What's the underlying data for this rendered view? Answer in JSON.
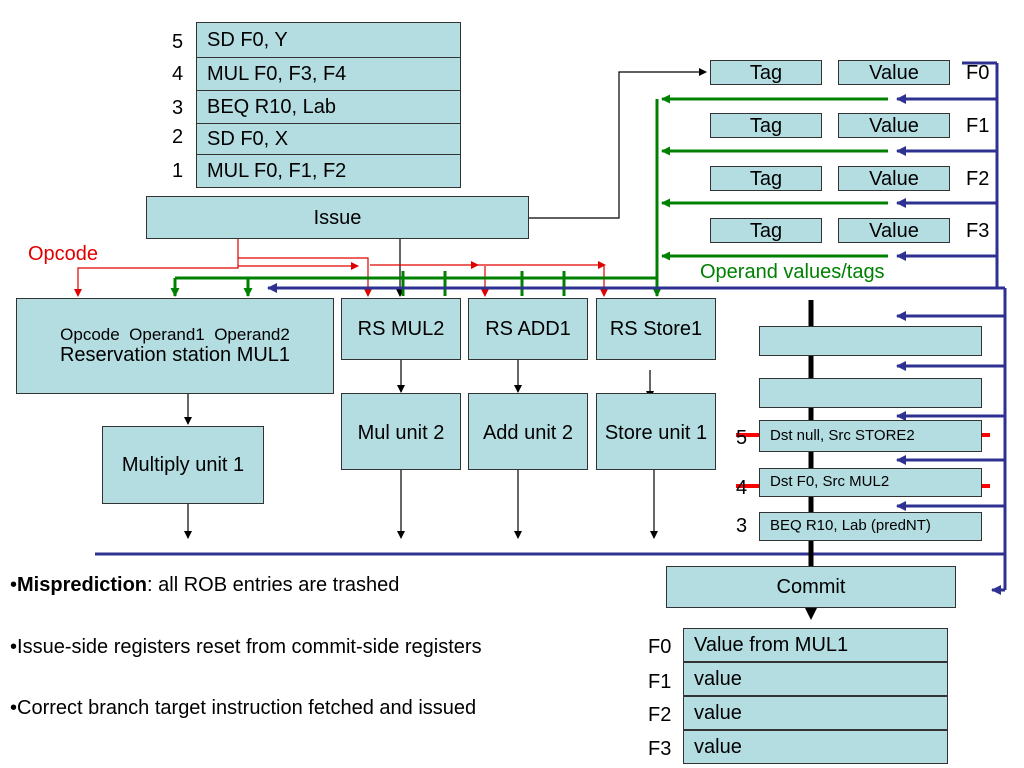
{
  "instruction_queue": [
    {
      "num": "5",
      "text": "SD F0, Y"
    },
    {
      "num": "4",
      "text": "MUL F0, F3, F4"
    },
    {
      "num": "3",
      "text": "BEQ R10, Lab"
    },
    {
      "num": "2",
      "text": "SD F0, X"
    },
    {
      "num": "1",
      "text": "MUL F0, F1, F2"
    }
  ],
  "issue_label": "Issue",
  "opcode_label": "Opcode",
  "reg_file": {
    "tag_label": "Tag",
    "value_label": "Value",
    "regs": [
      "F0",
      "F1",
      "F2",
      "F3"
    ]
  },
  "operand_caption": "Operand values/tags",
  "rs_mul1": {
    "fields": "Opcode  Operand1  Operand2",
    "name": "Reservation station MUL1"
  },
  "reservation_stations": [
    "RS MUL2",
    "RS ADD1",
    "RS Store1"
  ],
  "units": {
    "multiply1": "Multiply unit 1",
    "mul2": "Mul unit 2",
    "add2": "Add unit 2",
    "store1": "Store unit 1"
  },
  "rob": [
    {
      "num": "",
      "text": ""
    },
    {
      "num": "",
      "text": ""
    },
    {
      "num": "5",
      "text": "Dst null, Src STORE2"
    },
    {
      "num": "4",
      "text": "Dst F0, Src MUL2"
    },
    {
      "num": "3",
      "text": "BEQ R10, Lab (predNT)"
    }
  ],
  "commit_label": "Commit",
  "commit_regs": [
    {
      "reg": "F0",
      "value": "Value from MUL1"
    },
    {
      "reg": "F1",
      "value": "value"
    },
    {
      "reg": "F2",
      "value": "value"
    },
    {
      "reg": "F3",
      "value": "value"
    }
  ],
  "bullets": [
    {
      "bold": "Misprediction",
      "rest": ": all ROB entries are trashed"
    },
    {
      "bold": "",
      "rest": "Issue-side registers reset from commit-side registers"
    },
    {
      "bold": "",
      "rest": "Correct branch target instruction fetched and issued"
    }
  ],
  "colors": {
    "box_fill": "#b4dde2",
    "operand_bus": "#008000",
    "result_bus": "#2e3192",
    "opcode_line": "#e00000"
  }
}
